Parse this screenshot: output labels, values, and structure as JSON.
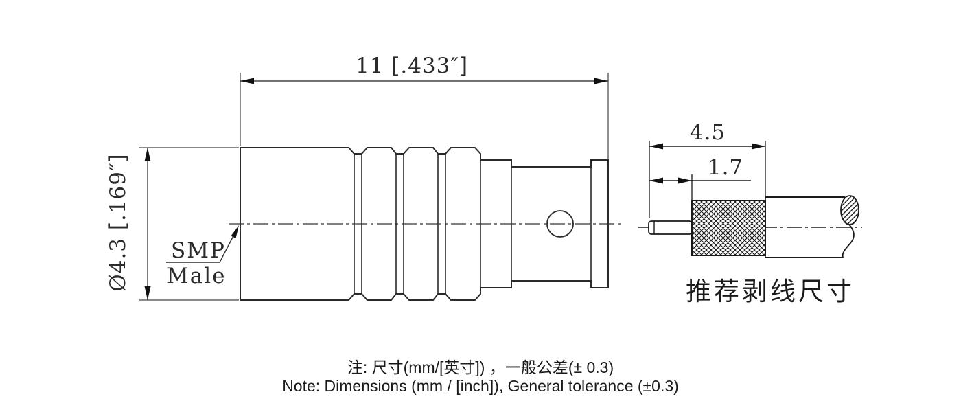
{
  "main_view": {
    "length_dimension": "11 [.433″]",
    "diameter_dimension": "Ø4.3 [.169″]",
    "connector_label_line1": "SMP",
    "connector_label_line2": "Male"
  },
  "strip_view": {
    "total_strip_dimension": "4.5",
    "pin_strip_dimension": "1.7",
    "caption": "推荐剥线尺寸"
  },
  "notes": {
    "line1_zh": "注: 尺寸(mm/[英寸]) ，一般公差(± 0.3)",
    "line2_en": "Note: Dimensions (mm / [inch]), General tolerance (±0.3)"
  },
  "colors": {
    "background": "#ffffff",
    "object_line": "#2a2a2a",
    "dimension_line": "#444444",
    "arrow_fill": "#111111",
    "text": "#222222"
  }
}
